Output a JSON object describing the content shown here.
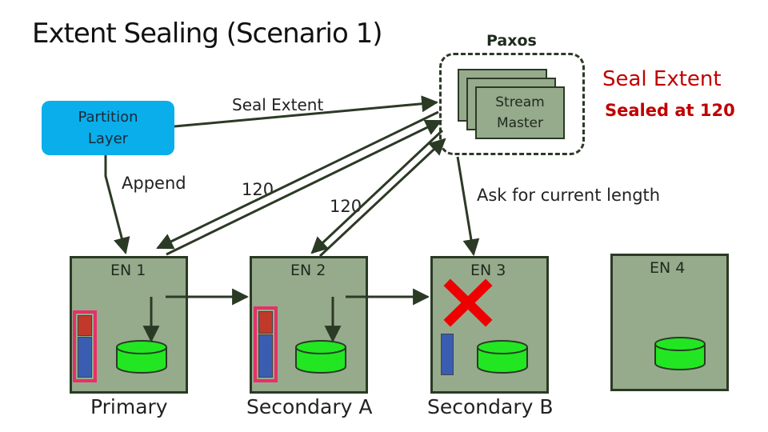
{
  "title": "Extent Sealing (Scenario 1)",
  "paxos_label": "Paxos",
  "stream_master_label": "Stream\nMaster",
  "partition_layer_label": "Partition\nLayer",
  "seal_extent_arrow_label": "Seal Extent",
  "seal_extent_red": "Seal Extent",
  "sealed_at_label": "Sealed at 120",
  "append_label": "Append",
  "len_en1_label": "120",
  "len_en2_label": "120",
  "ask_label": "Ask for current length",
  "nodes": [
    {
      "label": "EN 1",
      "role": "Primary"
    },
    {
      "label": "EN 2",
      "role": "Secondary A"
    },
    {
      "label": "EN 3",
      "role": "Secondary B"
    },
    {
      "label": "EN 4",
      "role": ""
    }
  ],
  "colors": {
    "partition": "#0aaeea",
    "node": "#96ab8c",
    "outline": "#2b3a25",
    "disk": "#22e622",
    "red_text": "#c00000",
    "cross": "#ee0000",
    "segment_red": "#c0392b",
    "segment_blue": "#3a5db2",
    "segment_outline": "#e6306a"
  }
}
